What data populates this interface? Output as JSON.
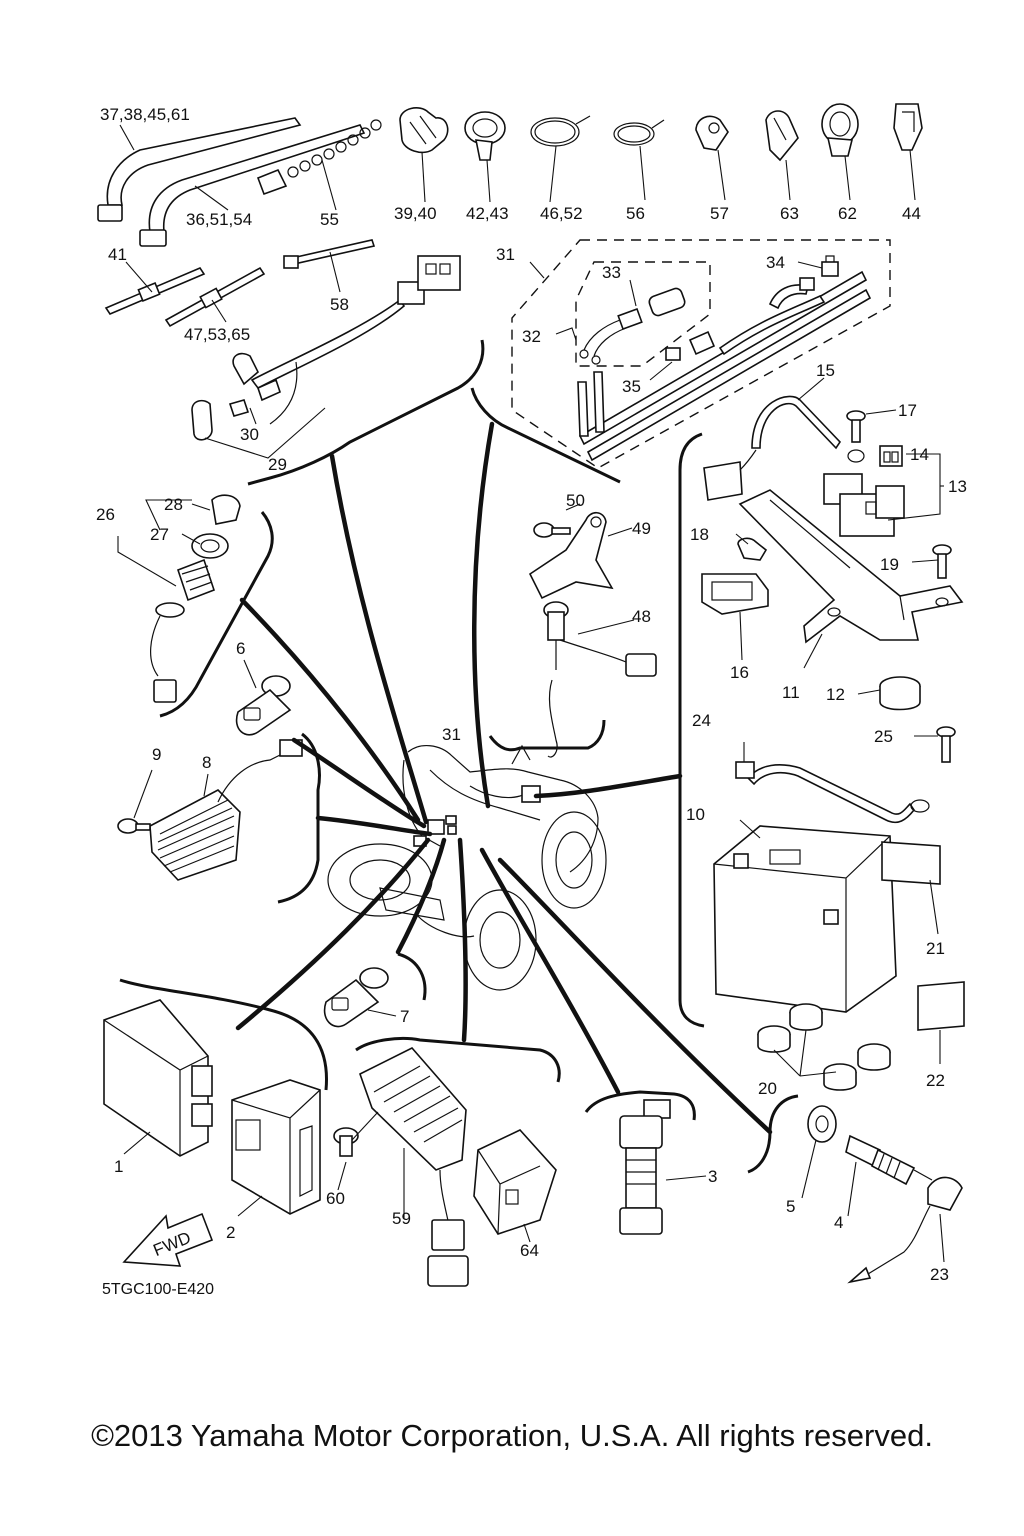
{
  "callouts": {
    "c_37_38_45_61": "37,38,45,61",
    "c_36_51_54": "36,51,54",
    "c_55": "55",
    "c_39_40": "39,40",
    "c_42_43": "42,43",
    "c_46_52": "46,52",
    "c_56": "56",
    "c_57": "57",
    "c_63": "63",
    "c_62": "62",
    "c_44": "44",
    "c_41": "41",
    "c_47_53_65": "47,53,65",
    "c_58": "58",
    "c_31a": "31",
    "c_33": "33",
    "c_34": "34",
    "c_32": "32",
    "c_35": "35",
    "c_30": "30",
    "c_29": "29",
    "c_15": "15",
    "c_17": "17",
    "c_14": "14",
    "c_13": "13",
    "c_28": "28",
    "c_26": "26",
    "c_27": "27",
    "c_50": "50",
    "c_49": "49",
    "c_18": "18",
    "c_19": "19",
    "c_48": "48",
    "c_16": "16",
    "c_11": "11",
    "c_12": "12",
    "c_6": "6",
    "c_31b": "31",
    "c_24": "24",
    "c_25": "25",
    "c_9": "9",
    "c_8": "8",
    "c_10": "10",
    "c_21": "21",
    "c_7": "7",
    "c_22": "22",
    "c_20": "20",
    "c_1": "1",
    "c_3": "3",
    "c_60": "60",
    "c_5": "5",
    "c_4": "4",
    "c_59": "59",
    "c_2": "2",
    "c_64": "64",
    "c_23": "23"
  },
  "fwd_label": "FWD",
  "diagram_code": "5TGC100-E420",
  "copyright": "©2013 Yamaha Motor Corporation, U.S.A. All rights reserved."
}
